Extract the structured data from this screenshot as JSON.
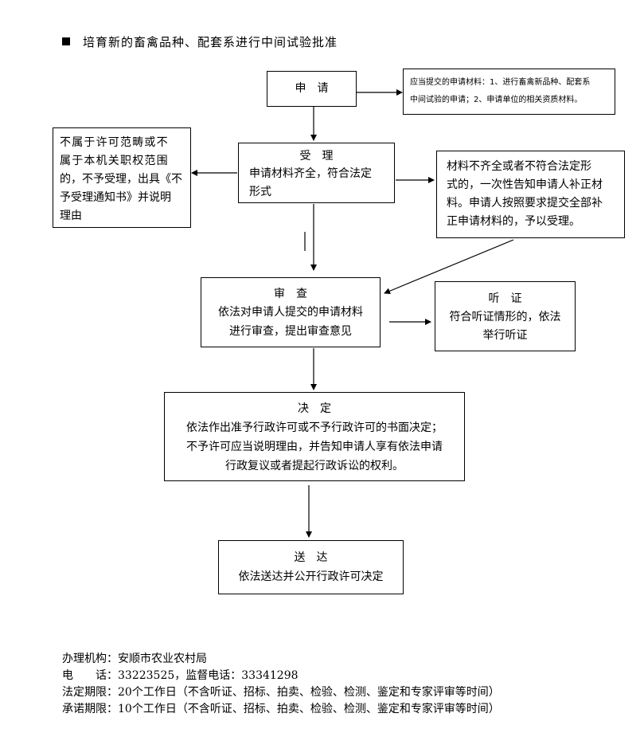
{
  "title": "培育新的畜禽品种、配套系进行中间试验批准",
  "apply": {
    "label": "申　请"
  },
  "apply_note": {
    "line1": "应当提交的申请材料：1、进行畜禽新品种、配套系",
    "line2": "中间试验的申请；2、申请单位的相关资质材料。"
  },
  "accept": {
    "label": "受　理",
    "line1": "申请材料齐全，符合法定",
    "line2": "形式"
  },
  "reject": {
    "line1": "不属于许可范畴或不",
    "line2": "属于本机关职权范围",
    "line3": "的，不予受理，出具《不",
    "line4": "予受理通知书》并说明",
    "line5": "理由"
  },
  "supplement": {
    "line1": "材料不齐全或者不符合法定形",
    "line2": "式的，一次性告知申请人补正材",
    "line3": "料。申请人按照要求提交全部补",
    "line4": "正申请材料的，予以受理。"
  },
  "review": {
    "label": "审　查",
    "line1": "依法对申请人提交的申请材料",
    "line2": "进行审查，提出审查意见"
  },
  "hearing": {
    "label": "听　证",
    "line1": "符合听证情形的，依法",
    "line2": "举行听证"
  },
  "decision": {
    "label": "决　定",
    "line1": "依法作出准予行政许可或不予行政许可的书面决定；",
    "line2": "不予许可应当说明理由，并告知申请人享有依法申请",
    "line3": "行政复议或者提起行政诉讼的权利。"
  },
  "deliver": {
    "label": "送　达",
    "line1": "依法送达并公开行政许可决定"
  },
  "footer": {
    "agency": "办理机构：安顺市农业农村局",
    "phone": "电　　话：33223525，监督电话：33341298",
    "legal_limit": "法定期限：20个工作日（不含听证、招标、拍卖、检验、检测、鉴定和专家评审等时间）",
    "promise_limit": "承诺期限：10个工作日（不含听证、招标、拍卖、检验、检测、鉴定和专家评审等时间）"
  }
}
